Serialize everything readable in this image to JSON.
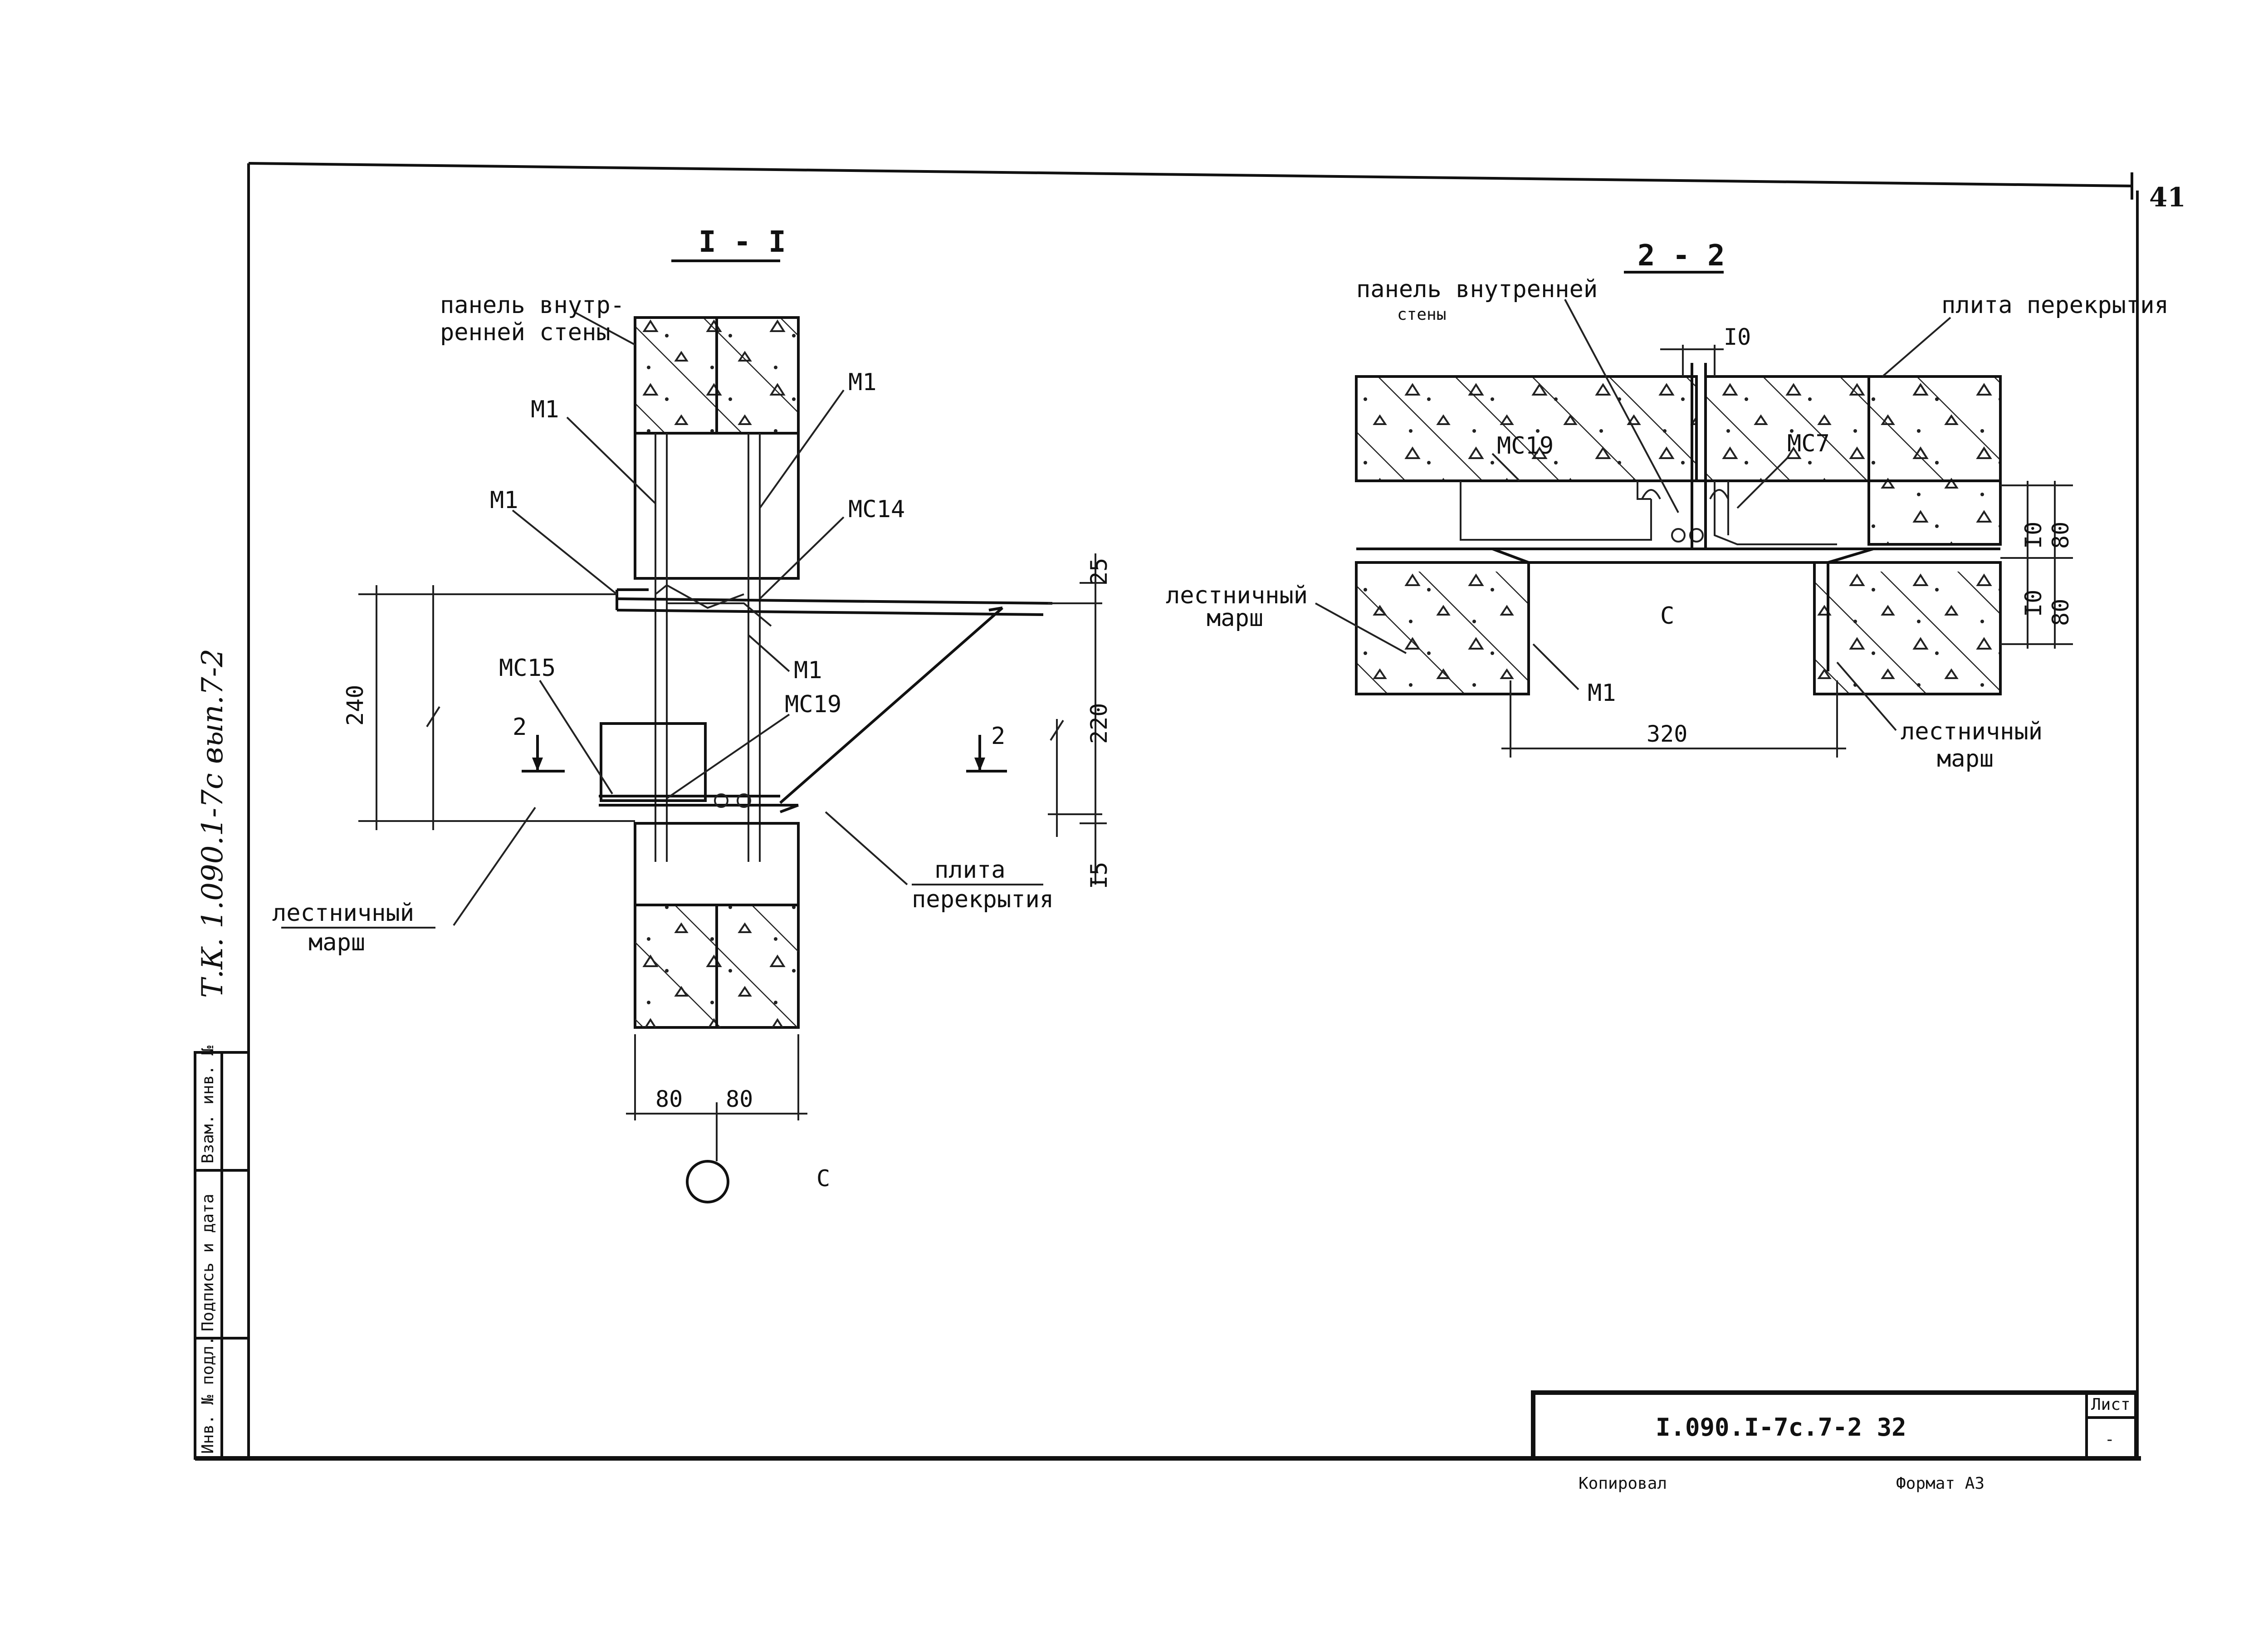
{
  "sheet": {
    "page_number": "41",
    "stamp_code": "I.090.I-7c.7-2 32",
    "list_label": "Лист",
    "list_value": "-",
    "copied_label": "Копировал",
    "format_label": "Формат А3",
    "side_note": "Т.К. 1.090.1-7с вып.7-2",
    "side_columns": [
      "Инв. № подл.",
      "Подпись и дата",
      "Взам. инв. №"
    ]
  },
  "section_1": {
    "title": "I - I",
    "labels": {
      "wall_panel_line1": "панель внутр-",
      "wall_panel_line2": "ренней стены",
      "m1_left": "М1",
      "m1_right": "М1",
      "m1_upper_left": "М1",
      "mc14": "МС14",
      "m1_lower_right": "М1",
      "mc15": "МС15",
      "mc19": "МС19",
      "slab_line1": "плита",
      "slab_line2": "перекрытия",
      "stair_line1": "лестничный",
      "stair_line2": "марш",
      "cut_left": "2",
      "cut_right": "2"
    },
    "dims": {
      "d240": "240",
      "d220": "220",
      "d25": "25",
      "d15": "I5",
      "d80a": "80",
      "d80b": "80"
    },
    "axis_label": "C"
  },
  "section_2": {
    "title": "2 - 2",
    "labels": {
      "panel_line1": "панель внутренней",
      "panel_line2": "стены",
      "slab": "плита перекрытия",
      "mc19": "МС19",
      "mc7": "МС7",
      "m1": "М1",
      "stair_left_line1": "лестничный",
      "stair_left_line2": "марш",
      "stair_right_line1": "лестничный",
      "stair_right_line2": "марш",
      "axis": "C"
    },
    "dims": {
      "d10_top": "I0",
      "d10_right": "I0",
      "d80_right_a": "80",
      "d10_right_b": "I0",
      "d80_right_b": "80",
      "d320": "320"
    }
  }
}
